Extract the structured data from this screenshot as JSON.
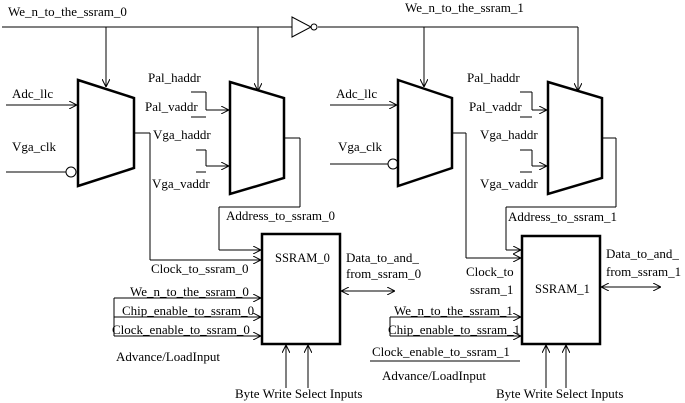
{
  "diagram": {
    "top_signals": [
      "We_n_to_the_ssram_0",
      "We_n_to_the_ssram_1"
    ],
    "left": {
      "mux1_inputs": [
        "Adc_llc",
        "Vga_clk"
      ],
      "mux2_inputs": [
        "Pal_haddr",
        "Pal_vaddr",
        "Vga_haddr",
        "Vga_vaddr"
      ],
      "address": "Address_to_ssram_0",
      "clock": "Clock_to_ssram_0",
      "ssram": "SSRAM_0",
      "data": [
        "Data_to_and_",
        "from_ssram_0"
      ],
      "we": "We_n_to_the_ssram_0",
      "chip_enable": "Chip_enable_to_ssram_0",
      "clock_enable": "Clock_enable_to_ssram_0",
      "advance": "Advance/LoadInput",
      "byte_write": "Byte Write Select Inputs"
    },
    "right": {
      "mux1_inputs": [
        "Adc_llc",
        "Vga_clk"
      ],
      "mux2_inputs": [
        "Pal_haddr",
        "Pal_vaddr",
        "Vga_haddr",
        "Vga_vaddr"
      ],
      "address": "Address_to_ssram_1",
      "clock": [
        "Clock_to",
        "ssram_1"
      ],
      "ssram": "SSRAM_1",
      "data": [
        "Data_to_and_",
        "from_ssram_1"
      ],
      "we": "We_n_to_the_ssram_1",
      "chip_enable": "Chip_enable_to_ssram_1",
      "clock_enable": "Clock_enable_to_ssram_1",
      "advance": "Advance/LoadInput",
      "byte_write": "Byte Write Select Inputs"
    }
  }
}
